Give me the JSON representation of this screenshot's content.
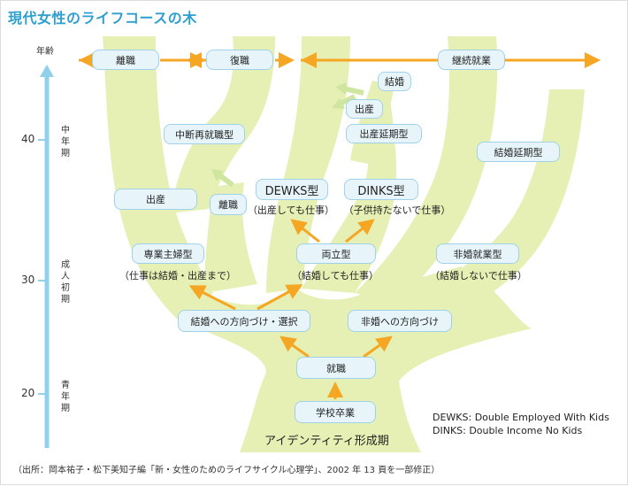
{
  "title": "現代女性のライフコースの木",
  "axis": {
    "title": "年齢",
    "ticks": [
      "40",
      "30",
      "20"
    ],
    "stage_labels": [
      "中年期",
      "成人初期",
      "青年期"
    ]
  },
  "top_bar": [
    "離職",
    "復職",
    "継続就業"
  ],
  "nodes": {
    "kekkon": "結婚",
    "shussan_top": "出産",
    "shussan_enki": "出産延期型",
    "chudan": "中断再就職型",
    "kekkon_enki": "結婚延期型",
    "shussan_left": "出産",
    "rishoku": "離職",
    "dewks": "DEWKS型",
    "dewks_sub": "（出産しても仕事）",
    "dinks": "DINKS型",
    "dinks_sub": "（子供持たないで仕事）",
    "sengyo": "専業主婦型",
    "sengyo_sub": "（仕事は結婚・出産まで）",
    "ryoritsu": "両立型",
    "ryoritsu_sub": "（結婚しても仕事）",
    "hikon": "非婚就業型",
    "hikon_sub": "（結婚しないで仕事）",
    "kekkon_dir": "結婚への方向づけ・選択",
    "hikon_dir": "非婚への方向づけ",
    "shushoku": "就職",
    "sotsugyo": "学校卒業",
    "identity": "アイデンティティ形成期"
  },
  "legend": [
    "DEWKS: Double Employed With Kids",
    "DINKS: Double Income No Kids"
  ],
  "source": "（出所：岡本祐子・松下美知子編「新・女性のためのライフサイクル心理学」、2002 年 13 頁を一部修正）",
  "colors": {
    "title": "#2f9fd0",
    "axis": "#8fd0ec",
    "tree": "#e6f0b4",
    "arrow": "#f5a623",
    "box_fill": "#e7f5fb",
    "box_border": "#9fd2e8"
  }
}
